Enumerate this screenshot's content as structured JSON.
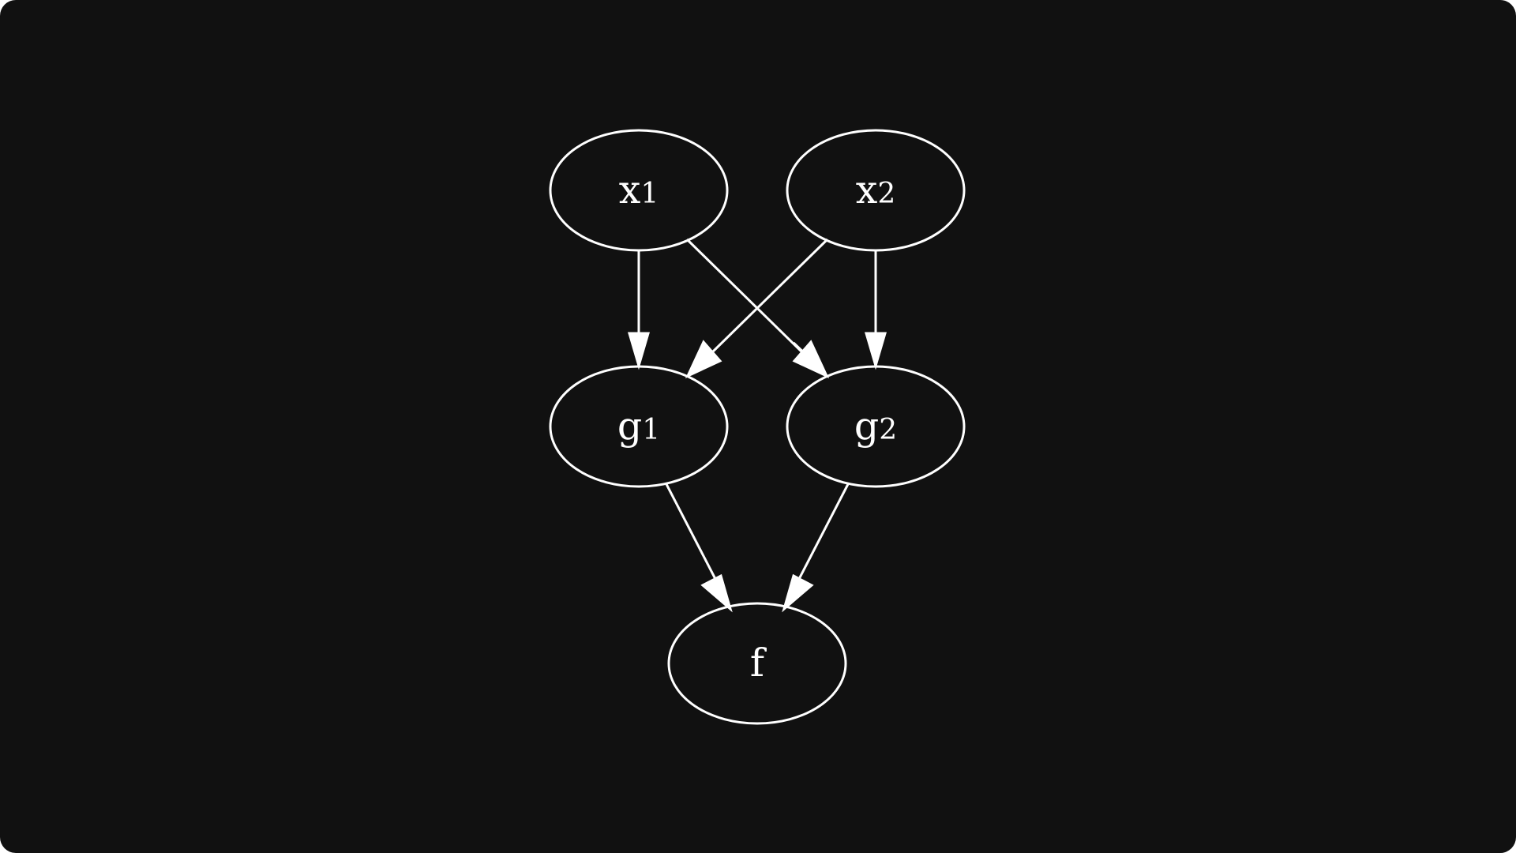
{
  "diagram": {
    "background": "#111111",
    "stroke_color": "#ffffff",
    "nodes": [
      {
        "id": "x1",
        "label": "x",
        "subscript": "1"
      },
      {
        "id": "x2",
        "label": "x",
        "subscript": "2"
      },
      {
        "id": "g1",
        "label": "g",
        "subscript": "1"
      },
      {
        "id": "g2",
        "label": "g",
        "subscript": "2"
      },
      {
        "id": "f",
        "label": "f",
        "subscript": ""
      }
    ],
    "edges": [
      {
        "from": "x1",
        "to": "g1"
      },
      {
        "from": "x1",
        "to": "g2"
      },
      {
        "from": "x2",
        "to": "g1"
      },
      {
        "from": "x2",
        "to": "g2"
      },
      {
        "from": "g1",
        "to": "f"
      },
      {
        "from": "g2",
        "to": "f"
      }
    ]
  }
}
